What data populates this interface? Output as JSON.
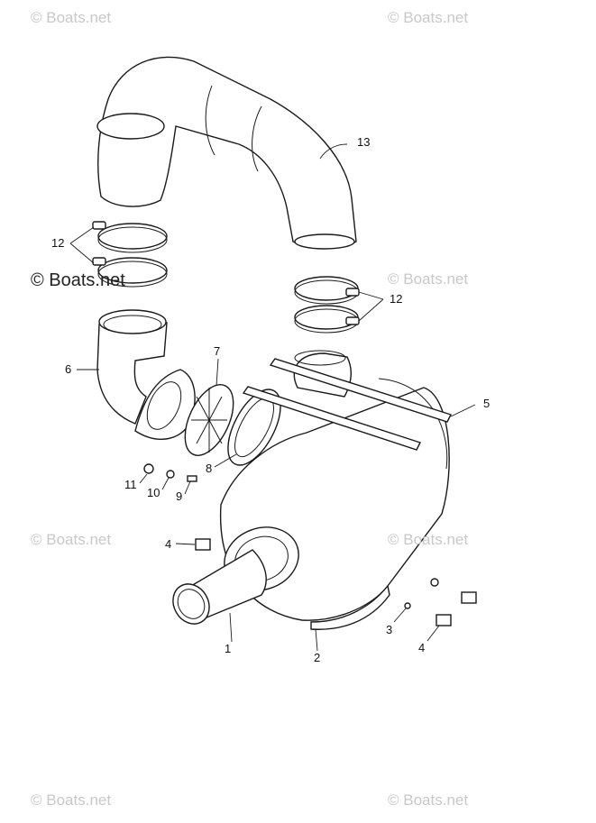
{
  "watermarks": {
    "top_left": "© Boats.net",
    "top_right": "© Boats.net",
    "mid_left": "© Boats.net",
    "mid_right": "© Boats.net",
    "lower_left": "© Boats.net",
    "lower_right": "© Boats.net",
    "bottom_left": "© Boats.net",
    "bottom_right": "© Boats.net"
  },
  "callouts": {
    "c13": "13",
    "c12_left": "12",
    "c12_right": "12",
    "c7": "7",
    "c6": "6",
    "c5": "5",
    "c8": "8",
    "c11": "11",
    "c10": "10",
    "c9": "9",
    "c4_left": "4",
    "c4_right": "4",
    "c3": "3",
    "c1": "1",
    "c2": "2"
  },
  "colors": {
    "line": "#1a1a1a",
    "watermark": "#c8c8c8",
    "background": "#ffffff"
  }
}
